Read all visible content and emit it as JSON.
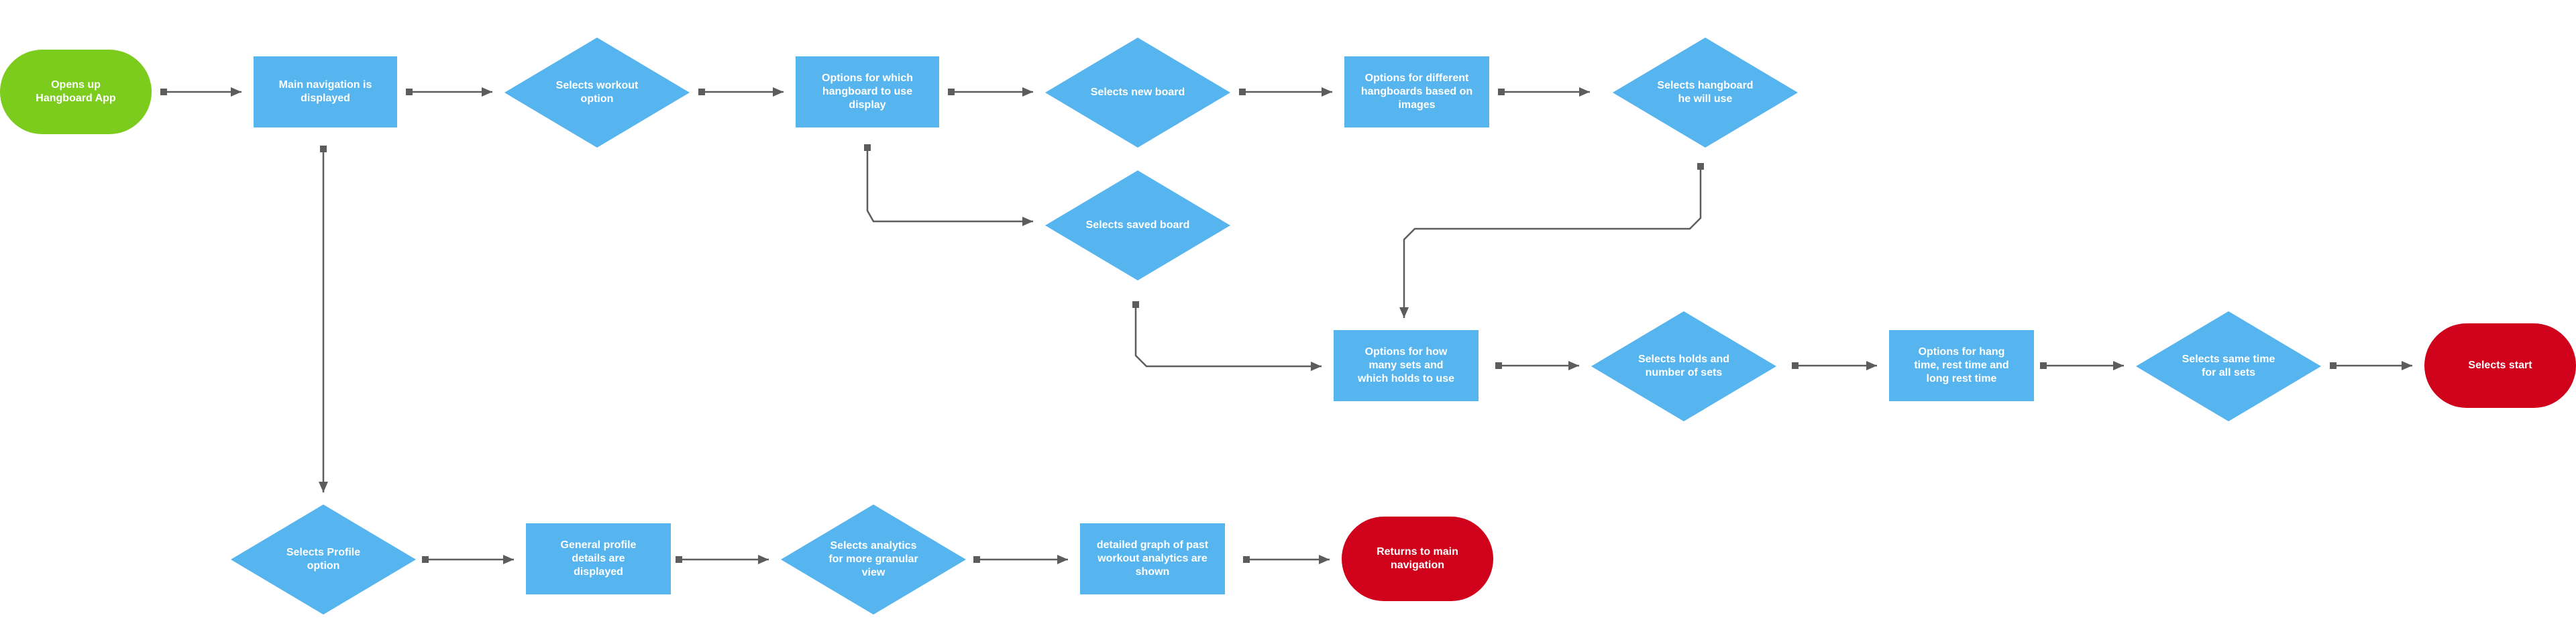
{
  "colors": {
    "start": "#7ccc1e",
    "process": "#56b4ee",
    "decision": "#56b4ee",
    "terminal": "#d0021b",
    "connector": "#5c5c5c",
    "text": "#ffffff"
  },
  "nodes": {
    "open_app": {
      "label": "Opens up\nHangboard App",
      "shape": "terminal-start"
    },
    "main_nav": {
      "label": "Main navigation is\ndisplayed",
      "shape": "process"
    },
    "select_workout": {
      "label": "Selects workout\noption",
      "shape": "decision"
    },
    "which_hangboard": {
      "label": "Options for which\nhangboard to use\ndisplay",
      "shape": "process"
    },
    "select_new_board": {
      "label": "Selects new board",
      "shape": "decision"
    },
    "different_hangboards": {
      "label": "Options for different\nhangboards based on\nimages",
      "shape": "process"
    },
    "select_hangboard_use": {
      "label": "Selects hangboard\nhe will use",
      "shape": "decision"
    },
    "select_saved_board": {
      "label": "Selects saved board",
      "shape": "decision"
    },
    "sets_holds_options": {
      "label": "Options for how\nmany sets and\nwhich holds to use",
      "shape": "process"
    },
    "select_holds_sets": {
      "label": "Selects holds and\nnumber of sets",
      "shape": "decision"
    },
    "hang_rest_options": {
      "label": "Options for hang\ntime, rest time and\nlong rest time",
      "shape": "process"
    },
    "select_same_time": {
      "label": "Selects same time\nfor all sets",
      "shape": "decision"
    },
    "select_start": {
      "label": "Selects start",
      "shape": "terminal-end"
    },
    "select_profile": {
      "label": "Selects Profile\noption",
      "shape": "decision"
    },
    "profile_details": {
      "label": "General profile\ndetails are\ndisplayed",
      "shape": "process"
    },
    "select_analytics": {
      "label": "Selects analytics\nfor more granular\nview",
      "shape": "decision"
    },
    "analytics_graph": {
      "label": "detailed graph of past\nworkout analytics are\nshown",
      "shape": "process"
    },
    "return_nav": {
      "label": "Returns to main\nnavigation",
      "shape": "terminal-end"
    }
  },
  "edges": [
    {
      "from": "open_app",
      "to": "main_nav"
    },
    {
      "from": "main_nav",
      "to": "select_workout"
    },
    {
      "from": "select_workout",
      "to": "which_hangboard"
    },
    {
      "from": "which_hangboard",
      "to": "select_new_board"
    },
    {
      "from": "select_new_board",
      "to": "different_hangboards"
    },
    {
      "from": "different_hangboards",
      "to": "select_hangboard_use"
    },
    {
      "from": "which_hangboard",
      "to": "select_saved_board"
    },
    {
      "from": "select_hangboard_use",
      "to": "sets_holds_options"
    },
    {
      "from": "select_saved_board",
      "to": "sets_holds_options"
    },
    {
      "from": "sets_holds_options",
      "to": "select_holds_sets"
    },
    {
      "from": "select_holds_sets",
      "to": "hang_rest_options"
    },
    {
      "from": "hang_rest_options",
      "to": "select_same_time"
    },
    {
      "from": "select_same_time",
      "to": "select_start"
    },
    {
      "from": "main_nav",
      "to": "select_profile"
    },
    {
      "from": "select_profile",
      "to": "profile_details"
    },
    {
      "from": "profile_details",
      "to": "select_analytics"
    },
    {
      "from": "select_analytics",
      "to": "analytics_graph"
    },
    {
      "from": "analytics_graph",
      "to": "return_nav"
    }
  ]
}
